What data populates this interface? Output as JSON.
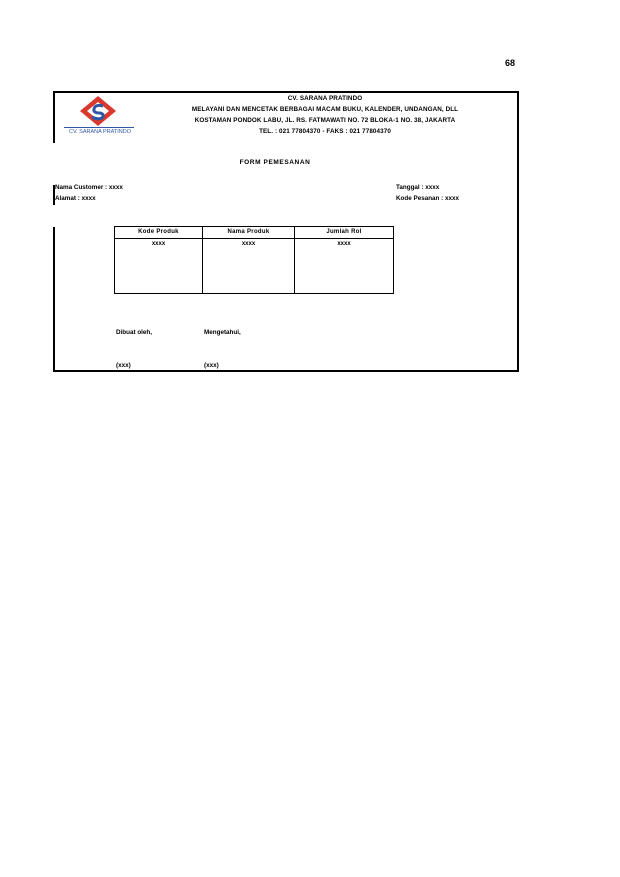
{
  "page_number": "68",
  "logo": {
    "caption": "CV. SARANA PRATINDO",
    "primary_color": "#d8392c",
    "secondary_color": "#2f57a8"
  },
  "company": {
    "name": "CV. SARANA PRATINDO",
    "tagline": "MELAYANI DAN MENCETAK BERBAGAI MACAM BUKU, KALENDER, UNDANGAN, DLL",
    "address": "KOSTAMAN PONDOK LABU, JL. RS. FATMAWATI NO. 72 BLOKA-1 NO. 38, JAKARTA",
    "contact": "TEL. : 021 77804370 - FAKS : 021 77804370"
  },
  "form": {
    "title": "FORM PEMESANAN",
    "customer_name": "Nama Customer : xxxx",
    "address": "Alamat : xxxx",
    "date": "Tanggal : xxxx",
    "order_code": "Kode Pesanan : xxxx"
  },
  "table": {
    "columns": [
      {
        "header": "Kode Produk",
        "value": "xxxx"
      },
      {
        "header": "Nama Produk",
        "value": "xxxx"
      },
      {
        "header": "Jumlah Rol",
        "value": "xxxx"
      }
    ]
  },
  "signatures": {
    "made_by_label": "Dibuat oleh,",
    "acknowledged_label": "Mengetahui,",
    "made_by_name": "(xxx)",
    "acknowledged_name": "(xxx)"
  }
}
